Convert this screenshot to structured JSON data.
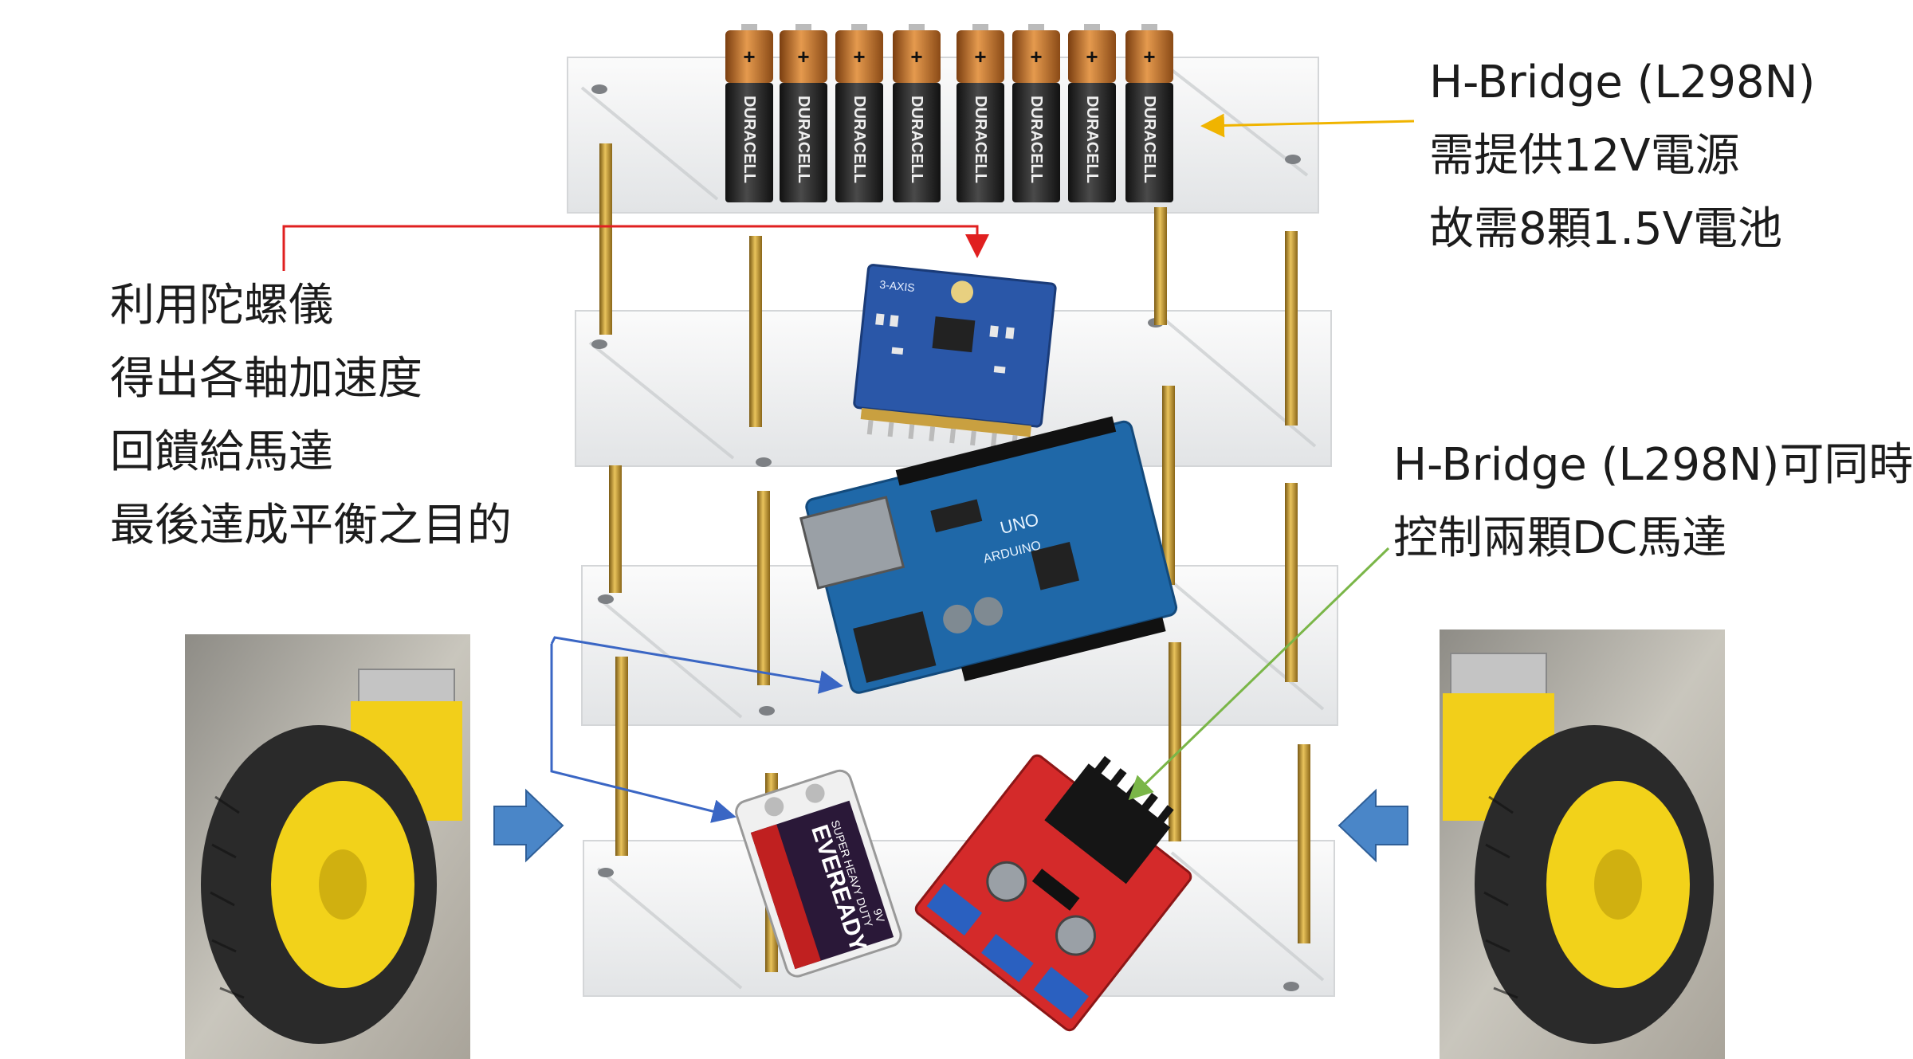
{
  "annotations": {
    "top_right": {
      "lines": [
        "H-Bridge (L298N)",
        "需提供12V電源",
        "故需8顆1.5V電池"
      ]
    },
    "left": {
      "lines": [
        "利用陀螺儀",
        "得出各軸加速度",
        "回饋給馬達",
        "最後達成平衡之目的"
      ]
    },
    "mid_right": {
      "lines": [
        "H-Bridge (L298N)可同時",
        "控制兩顆DC馬達"
      ]
    }
  },
  "components": {
    "battery_brand": "DURACELL",
    "battery_count": 8,
    "gyro_label": "3-AXIS",
    "arduino_label": "UNO",
    "arduino_brand": "ARDUINO",
    "battery_9v_brand": "EVEREADY",
    "battery_9v_sub": "SUPER HEAVY DUTY",
    "battery_9v_voltage": "9V"
  },
  "colors": {
    "arrow_yellow": "#f0b400",
    "arrow_red": "#e02020",
    "arrow_blue": "#3a66c4",
    "arrow_green": "#7ab648",
    "big_arrow_blue": "#4a86c8",
    "pcb_blue": "#1f4e9c",
    "pcb_red": "#d42a2a",
    "brass": "#c99a2e",
    "duracell_copper": "#c8742d",
    "tire": "#2a2a2a",
    "wheel_hub": "#f2d21a"
  }
}
